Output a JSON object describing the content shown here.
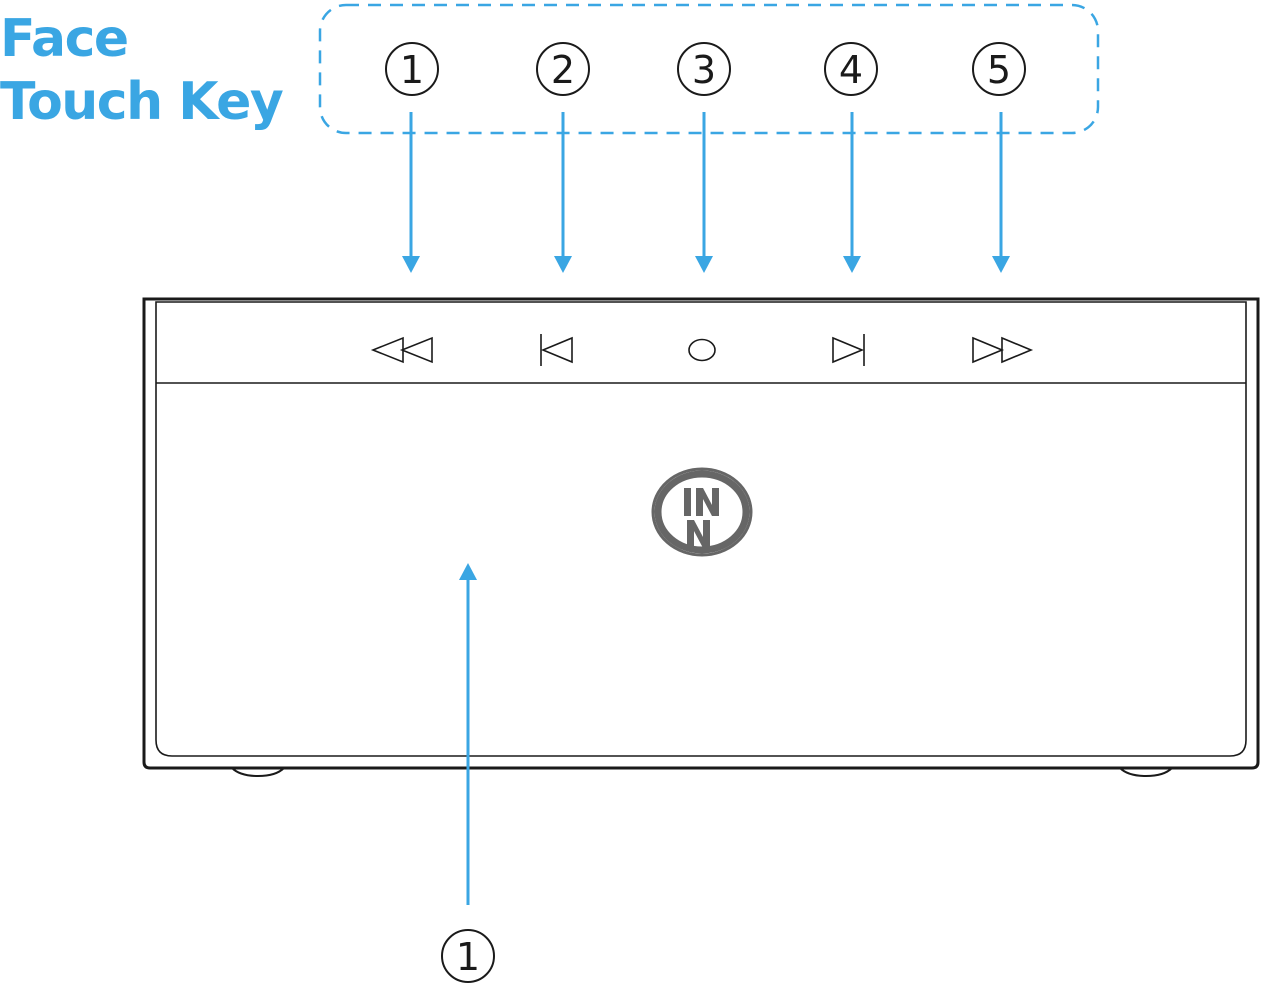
{
  "title": {
    "line1": "Face",
    "line2": "Touch Key"
  },
  "callouts": {
    "top": [
      "1",
      "2",
      "3",
      "4",
      "5"
    ],
    "bottom": "1"
  },
  "touch_keys": [
    {
      "name": "rewind",
      "icon": "rewind-icon"
    },
    {
      "name": "previous",
      "icon": "skip-previous-icon"
    },
    {
      "name": "play-pause",
      "icon": "circle-icon"
    },
    {
      "name": "next",
      "icon": "skip-next-icon"
    },
    {
      "name": "fast-forward",
      "icon": "fast-forward-icon"
    }
  ],
  "logo": "INN logo",
  "colors": {
    "accent": "#3aa6e3",
    "outline": "#1a1a1a",
    "logo": "#666666"
  }
}
